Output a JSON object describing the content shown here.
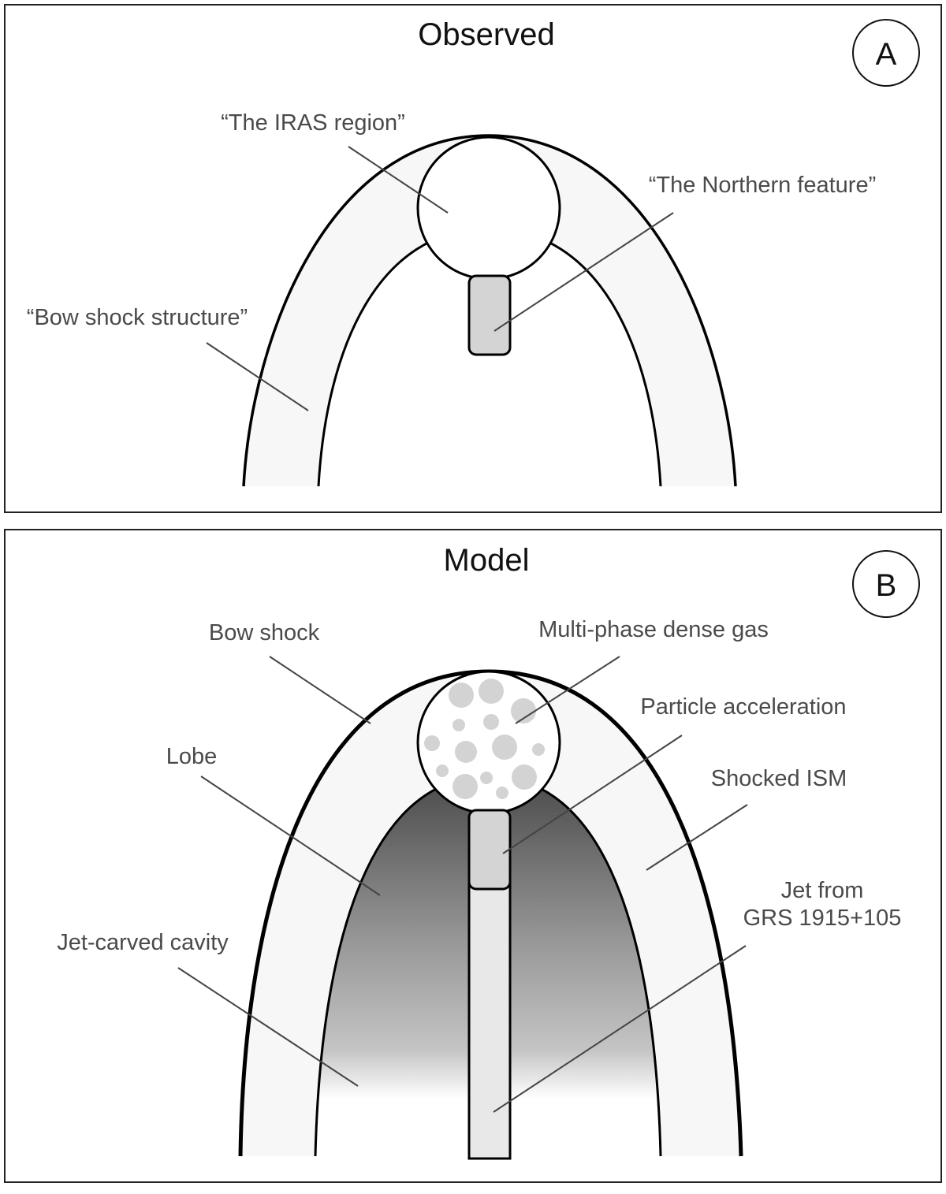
{
  "panels": [
    {
      "id": "A",
      "title": "Observed",
      "badge": "A",
      "labels": {
        "iras_region": "“The IRAS region”",
        "northern_feature": "“The Northern feature”",
        "bow_shock_structure": "“Bow shock structure”"
      }
    },
    {
      "id": "B",
      "title": "Model",
      "badge": "B",
      "labels": {
        "bow_shock": "Bow shock",
        "multi_phase_gas": "Multi-phase dense gas",
        "particle_acceleration": "Particle acceleration",
        "lobe": "Lobe",
        "shocked_ism": "Shocked ISM",
        "jet_line1": "Jet from",
        "jet_line2": "GRS 1915+105",
        "jet_carved_cavity": "Jet-carved cavity"
      }
    }
  ],
  "colors": {
    "shell_fill": "#f7f7f7",
    "feature_fill": "#d4d4d4",
    "jet_fill": "#e8e8e8",
    "clump_fill": "#d3d3d3",
    "lobe_dark": "#4a4a4a",
    "outline": "#000000"
  }
}
